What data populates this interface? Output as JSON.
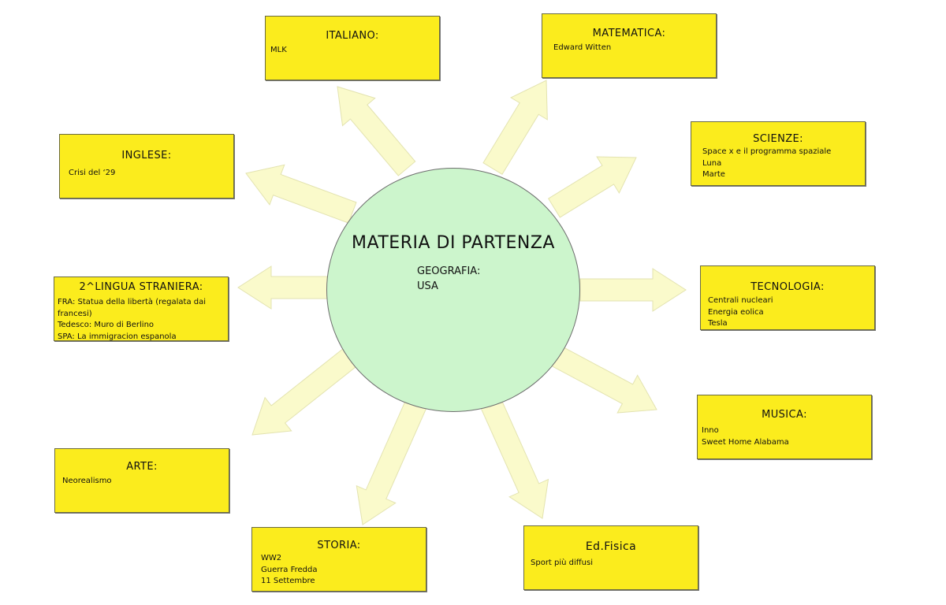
{
  "center": {
    "title": "MATERIA DI PARTENZA",
    "subject_label": "GEOGRAFIA:",
    "subject_value": "USA"
  },
  "subjects": {
    "italiano": {
      "title": "ITALIANO:",
      "items": [
        "MLK"
      ]
    },
    "matematica": {
      "title": "MATEMATICA:",
      "items": [
        "Edward Witten"
      ]
    },
    "inglese": {
      "title": "INGLESE:",
      "items": [
        "Crisi del ‘29"
      ]
    },
    "scienze": {
      "title": "SCIENZE:",
      "items": [
        "Space x e il programma spaziale",
        "Luna",
        "Marte"
      ]
    },
    "lingua": {
      "title": "2^LINGUA STRANIERA:",
      "items": [
        "FRA: Statua della libertà (regalata dai francesi)",
        "Tedesco:  Muro di Berlino",
        "SPA: La immigracion espanola"
      ]
    },
    "tecnologia": {
      "title": "TECNOLOGIA:",
      "items": [
        "Centrali nucleari",
        "Energia eolica",
        "Tesla"
      ]
    },
    "musica": {
      "title": "MUSICA:",
      "items": [
        "Inno",
        "Sweet Home Alabama"
      ]
    },
    "arte": {
      "title": "ARTE:",
      "items": [
        "Neorealismo"
      ]
    },
    "storia": {
      "title": "STORIA:",
      "items": [
        "WW2",
        "Guerra Fredda",
        "11 Settembre"
      ]
    },
    "edfisica": {
      "title": "Ed.Fisica",
      "items": [
        "Sport più diffusi"
      ]
    }
  },
  "colors": {
    "box_fill": "#fbec1d",
    "circle_fill": "#ccf5cc",
    "arrow_fill": "#fafacb"
  }
}
